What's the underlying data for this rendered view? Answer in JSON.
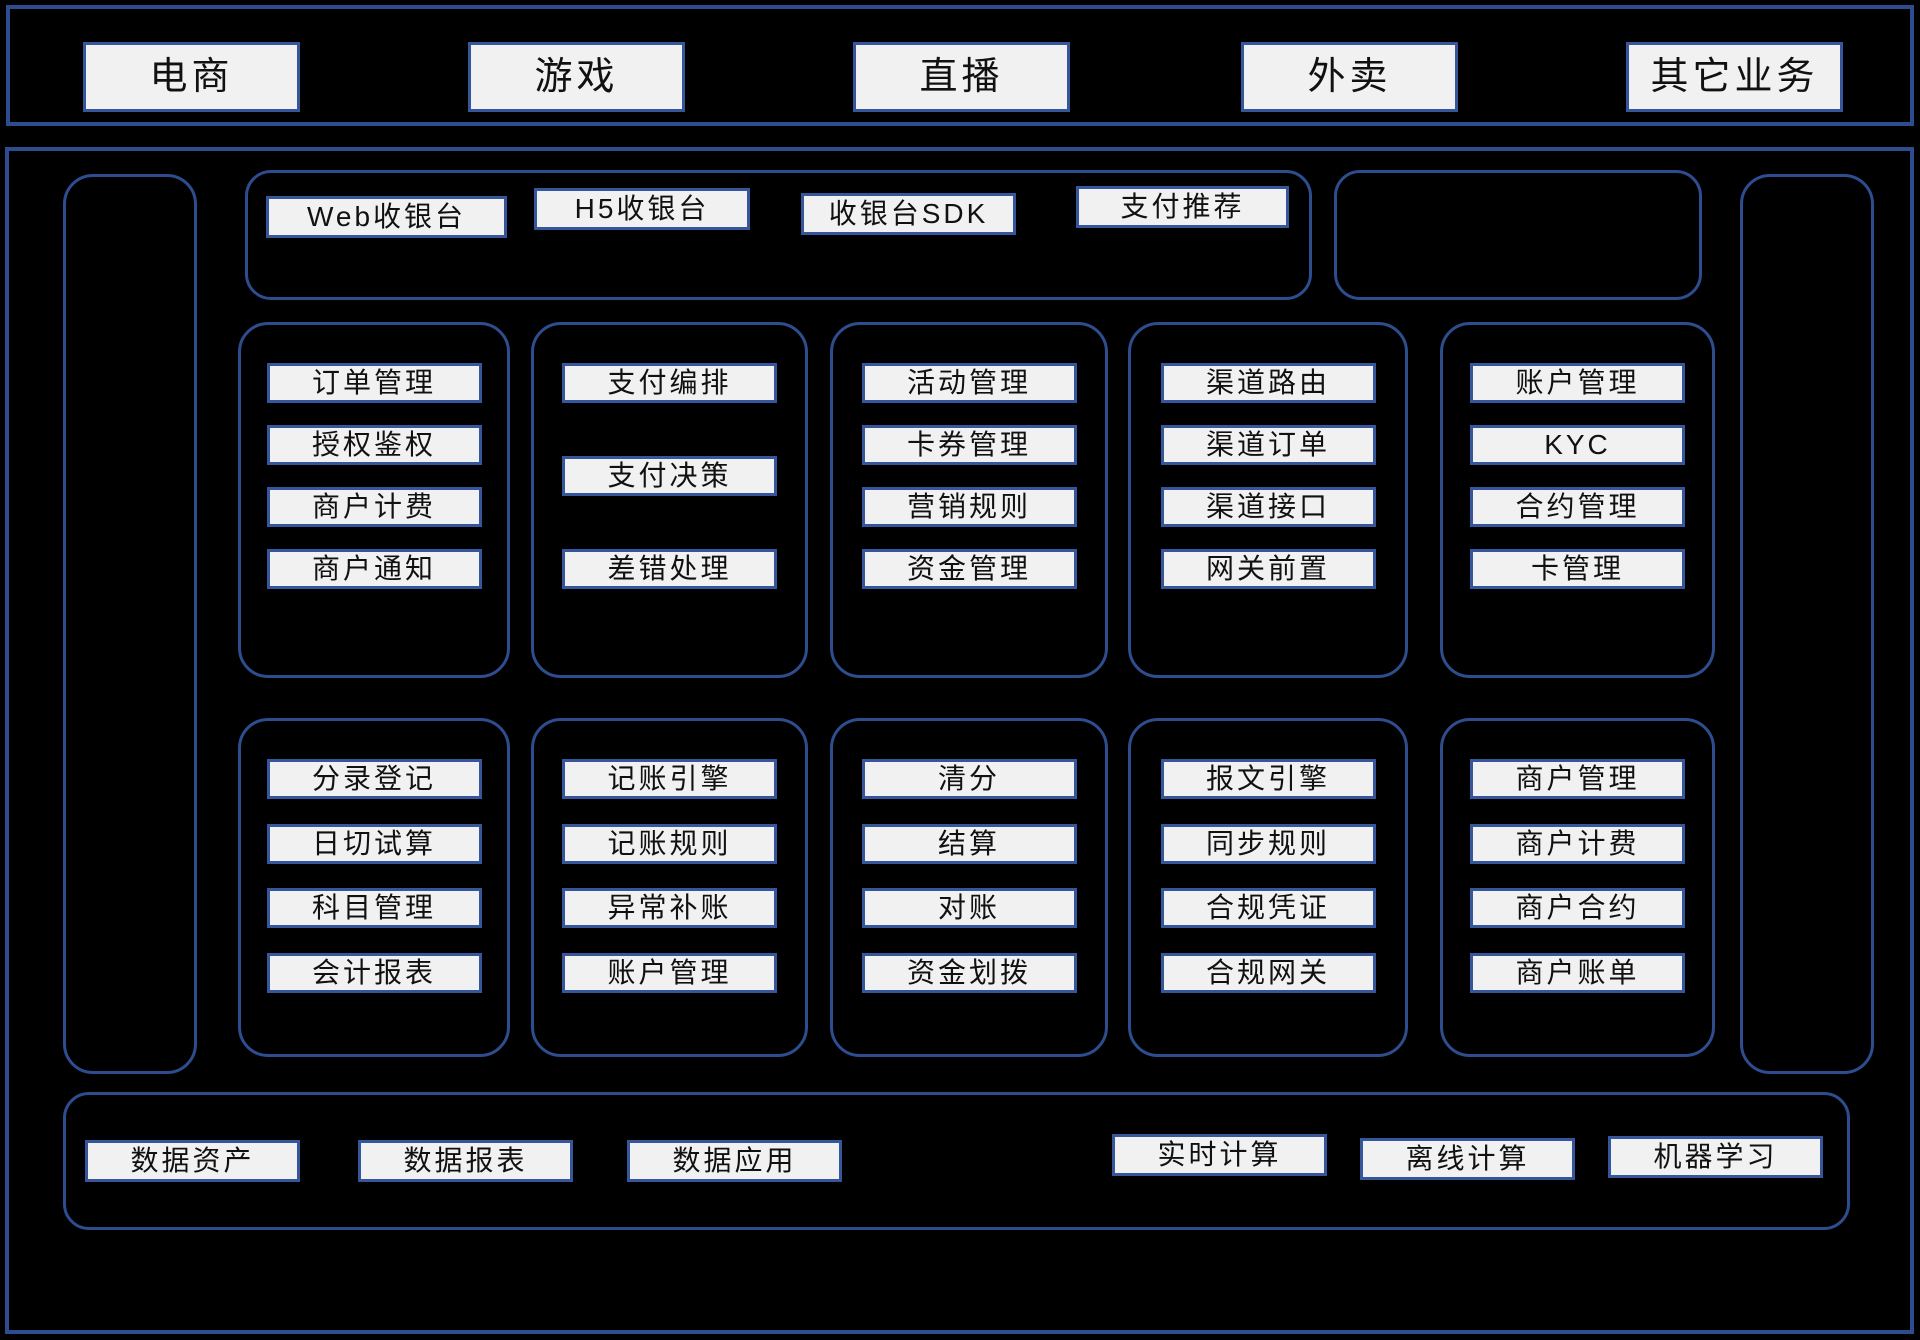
{
  "colors": {
    "background": "#000000",
    "line_blue": "#2e4d8f",
    "box_border_blue": "#35569a",
    "box_fill": "#f1f1f2",
    "box_text": "#111111"
  },
  "business_layer": {
    "items": [
      "电商",
      "游戏",
      "直播",
      "外卖",
      "其它业务"
    ]
  },
  "cashier_layer": {
    "items": [
      "Web收银台",
      "H5收银台",
      "收银台SDK",
      "支付推荐"
    ]
  },
  "module_rows": {
    "row1": [
      [
        "订单管理",
        "授权鉴权",
        "商户计费",
        "商户通知"
      ],
      [
        "支付编排",
        "支付决策",
        "差错处理"
      ],
      [
        "活动管理",
        "卡券管理",
        "营销规则",
        "资金管理"
      ],
      [
        "渠道路由",
        "渠道订单",
        "渠道接口",
        "网关前置"
      ],
      [
        "账户管理",
        "KYC",
        "合约管理",
        "卡管理"
      ]
    ],
    "row2": [
      [
        "分录登记",
        "日切试算",
        "科目管理",
        "会计报表"
      ],
      [
        "记账引擎",
        "记账规则",
        "异常补账",
        "账户管理"
      ],
      [
        "清分",
        "结算",
        "对账",
        "资金划拨"
      ],
      [
        "报文引擎",
        "同步规则",
        "合规凭证",
        "合规网关"
      ],
      [
        "商户管理",
        "商户计费",
        "商户合约",
        "商户账单"
      ]
    ]
  },
  "data_layer": {
    "left_items": [
      "数据资产",
      "数据报表",
      "数据应用"
    ],
    "right_items": [
      "实时计算",
      "离线计算",
      "机器学习"
    ]
  }
}
